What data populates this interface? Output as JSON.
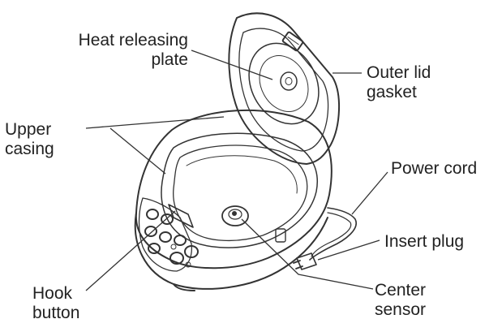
{
  "diagram": {
    "labels": {
      "heat_releasing_plate": [
        "Heat releasing",
        "plate"
      ],
      "outer_lid_gasket": [
        "Outer lid",
        "gasket"
      ],
      "upper_casing": [
        "Upper",
        "casing"
      ],
      "power_cord": [
        "Power cord"
      ],
      "insert_plug": [
        "Insert plug"
      ],
      "hook_button": [
        "Hook",
        "button"
      ],
      "center_sensor": [
        "Center",
        "sensor"
      ]
    },
    "colors": {
      "line": "#333333",
      "text": "#222222",
      "background": "#ffffff"
    }
  }
}
